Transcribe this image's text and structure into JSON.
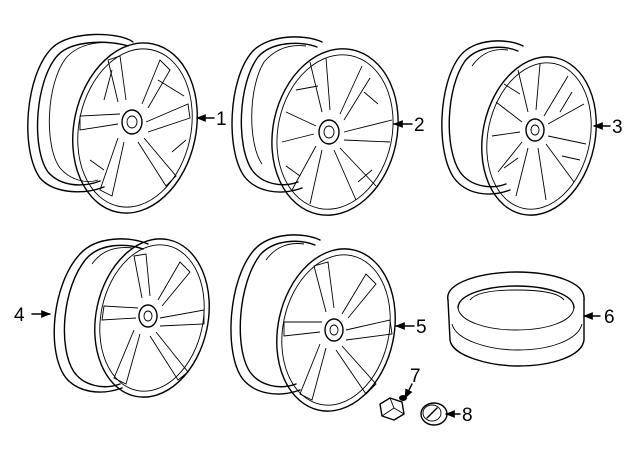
{
  "callouts": {
    "c1": "1",
    "c2": "2",
    "c3": "3",
    "c4": "4",
    "c5": "5",
    "c6": "6",
    "c7": "7",
    "c8": "8"
  },
  "ink_color": "#000000",
  "background_color": "#ffffff"
}
